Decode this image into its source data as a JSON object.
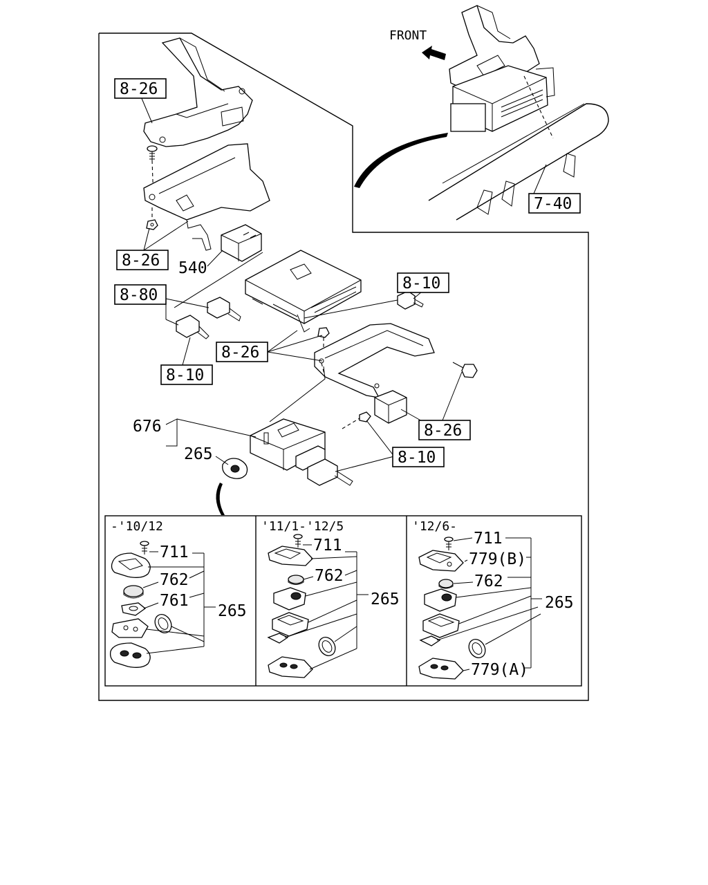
{
  "header": {
    "direction_label": "FRONT"
  },
  "callouts": {
    "ref_8_26_a": "8-26",
    "ref_8_26_b": "8-26",
    "ref_8_26_c": "8-26",
    "ref_8_26_d": "8-26",
    "ref_7_40": "7-40",
    "ref_8_10_a": "8-10",
    "ref_8_10_b": "8-10",
    "ref_8_10_c": "8-10",
    "ref_8_80": "8-80",
    "part_540": "540",
    "part_676": "676",
    "part_265": "265"
  },
  "panels": [
    {
      "period": "-'10/12",
      "labels": {
        "screw": "711",
        "battery": "762",
        "plate": "761",
        "assembly": "265"
      }
    },
    {
      "period": "'11/1-'12/5",
      "labels": {
        "screw": "711",
        "battery": "762",
        "assembly": "265"
      }
    },
    {
      "period": "'12/6-",
      "labels": {
        "screw": "711",
        "cover_b": "779(B)",
        "battery": "762",
        "assembly": "265",
        "cover_a": "779(A)"
      }
    }
  ]
}
